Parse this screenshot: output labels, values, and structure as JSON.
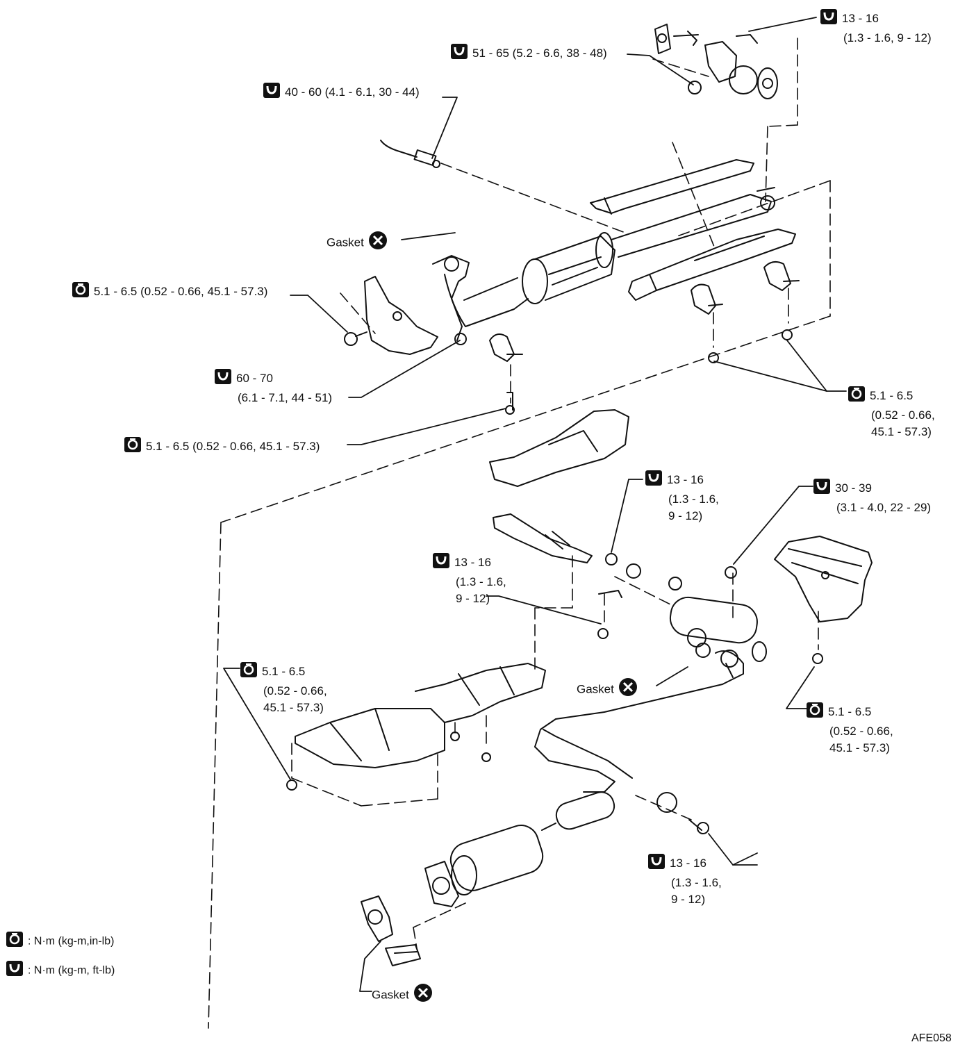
{
  "labels": {
    "t1_a": "13 - 16",
    "t1_b": "(1.3 - 1.6, 9 - 12)",
    "t2": "51 - 65 (5.2 - 6.6, 38 - 48)",
    "t3": "40 - 60 (4.1 - 6.1, 30 - 44)",
    "t4": "5.1 - 6.5 (0.52 - 0.66, 45.1 - 57.3)",
    "t5_a": "60 - 70",
    "t5_b": "(6.1 - 7.1, 44 - 51)",
    "t6": "5.1 - 6.5 (0.52 - 0.66, 45.1 - 57.3)",
    "t7_a": "5.1 - 6.5",
    "t7_b": "(0.52 - 0.66,",
    "t7_c": "45.1 - 57.3)",
    "t8_a": "13 - 16",
    "t8_b": "(1.3 - 1.6,",
    "t8_c": "9 - 12)",
    "t9_a": "30 - 39",
    "t9_b": "(3.1 - 4.0, 22 - 29)",
    "t10_a": "13 - 16",
    "t10_b": "(1.3 - 1.6,",
    "t10_c": "9 - 12)",
    "t11_a": "5.1 - 6.5",
    "t11_b": "(0.52 - 0.66,",
    "t11_c": "45.1 - 57.3)",
    "t12_a": "5.1 - 6.5",
    "t12_b": "(0.52 - 0.66,",
    "t12_c": "45.1 - 57.3)",
    "t13_a": "13 - 16",
    "t13_b": "(1.3 - 1.6,",
    "t13_c": "9 - 12)"
  },
  "gaskets": {
    "g1": "Gasket",
    "g2": "Gasket",
    "g3": "Gasket"
  },
  "legend": {
    "inlb": ": N·m (kg-m,in-lb)",
    "ftlb": ": N·m (kg-m, ft-lb)"
  },
  "figure_code": "AFE058",
  "icons": {
    "inlb_torque": "wrench-filled-icon",
    "ftlb_torque": "wrench-outline-icon",
    "gasket": "replace-x-icon"
  }
}
